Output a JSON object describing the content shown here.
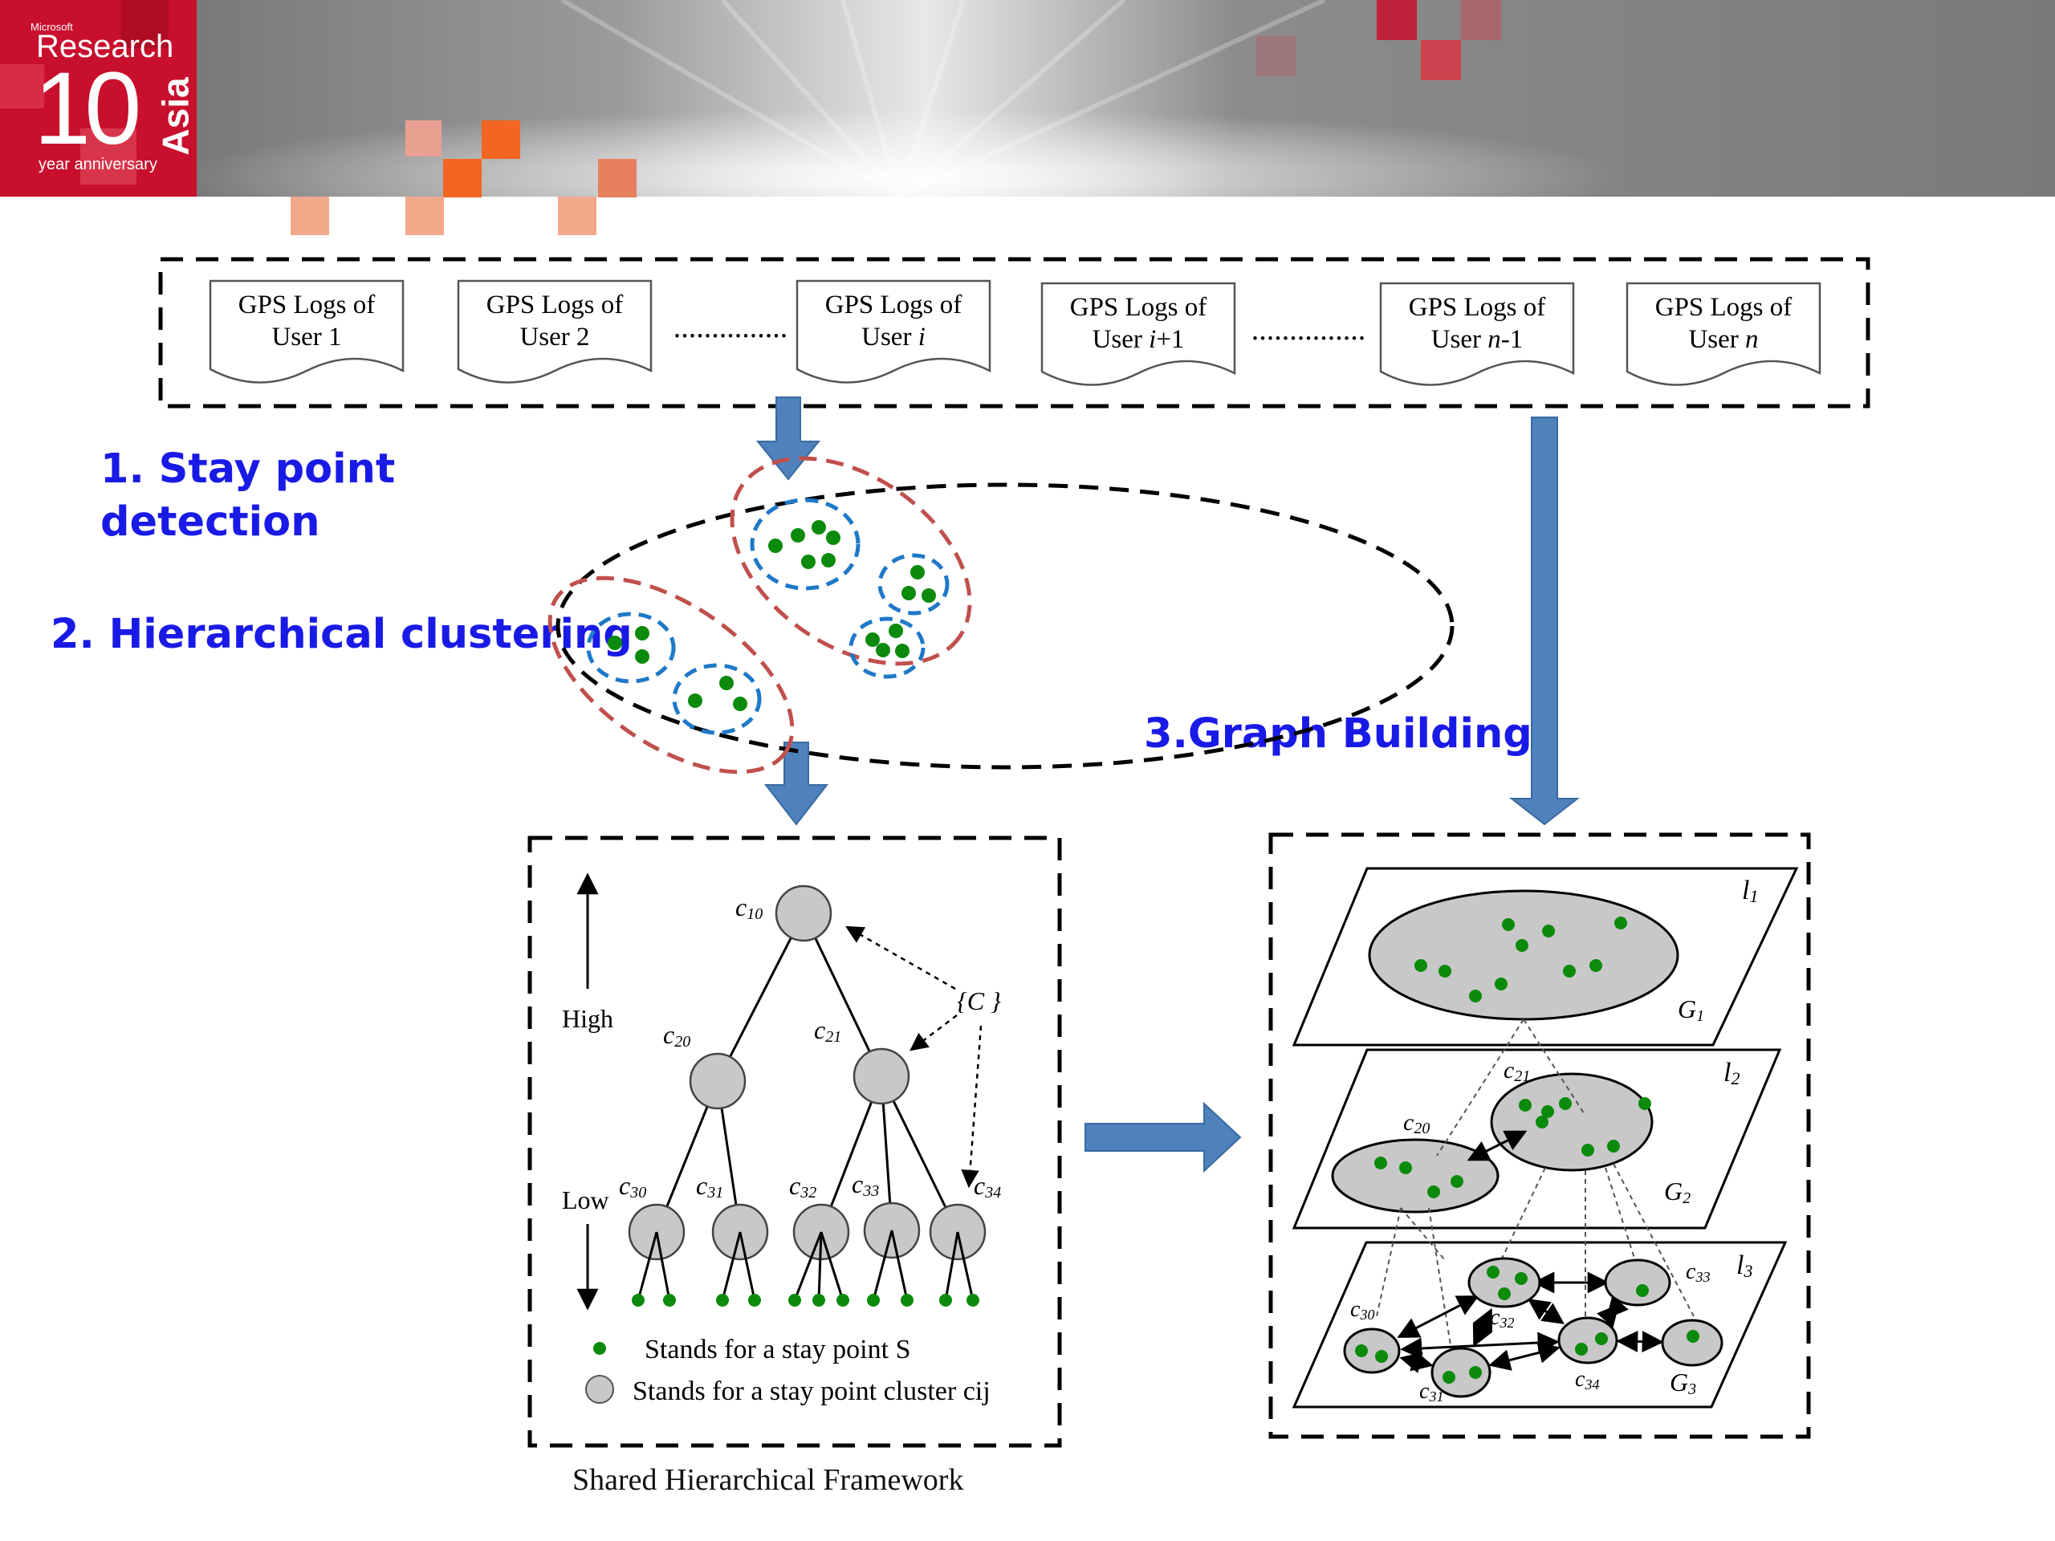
{
  "banner": {
    "brand_small": "Microsoft",
    "brand_name": "Research",
    "brand_number": "10",
    "brand_region": "Asia",
    "brand_tagline": "year anniversary",
    "accent_color": "#c8102e",
    "square_color": "#f26522"
  },
  "gps_logs": [
    {
      "line1": "GPS Logs of",
      "line2_pre": "User ",
      "line2_var": "1"
    },
    {
      "line1": "GPS Logs of",
      "line2_pre": "User ",
      "line2_var": "2"
    },
    {
      "line1": "GPS Logs of",
      "line2_pre": "User ",
      "line2_var": "i"
    },
    {
      "line1": "GPS Logs of",
      "line2_pre": "User ",
      "line2_var": "i",
      "line2_post": "+1"
    },
    {
      "line1": "GPS Logs of",
      "line2_pre": "User ",
      "line2_var": "n",
      "line2_post": "-1"
    },
    {
      "line1": "GPS Logs of",
      "line2_pre": "User ",
      "line2_var": "n"
    }
  ],
  "ellipsis": "...............",
  "steps": {
    "stay_point_line1": "1. Stay point",
    "stay_point_line2": "detection",
    "clustering": "2. Hierarchical clustering",
    "graph_building": "3.Graph Building"
  },
  "framework": {
    "high_label": "High",
    "low_label": "Low",
    "set_label": "{C }",
    "node_labels": {
      "c10": "c10",
      "c20": "c20",
      "c21": "c21",
      "c30": "c30",
      "c31": "c31",
      "c32": "c32",
      "c33": "c33",
      "c34": "c34"
    },
    "legend_point": "Stands for a stay point S",
    "legend_cluster": "Stands for a stay point cluster cij",
    "caption": "Shared Hierarchical Framework"
  },
  "graph": {
    "layer_labels": {
      "l1": "l1",
      "l2": "l2",
      "l3": "l3"
    },
    "graph_labels": {
      "g1": "G1",
      "g2": "G2",
      "g3": "G3"
    },
    "node_labels": {
      "c20": "c20",
      "c21": "c21",
      "c30": "c30",
      "c31": "c31",
      "c32": "c32",
      "c33": "c33",
      "c34": "c34"
    }
  },
  "colors": {
    "step_text": "#1a1ae6",
    "arrow_fill": "#4f81bd",
    "point_green": "#0b8a0b",
    "cluster_gray": "#c8c8c8",
    "blue_dash": "#1f78c8",
    "red_dash": "#c0504d"
  }
}
